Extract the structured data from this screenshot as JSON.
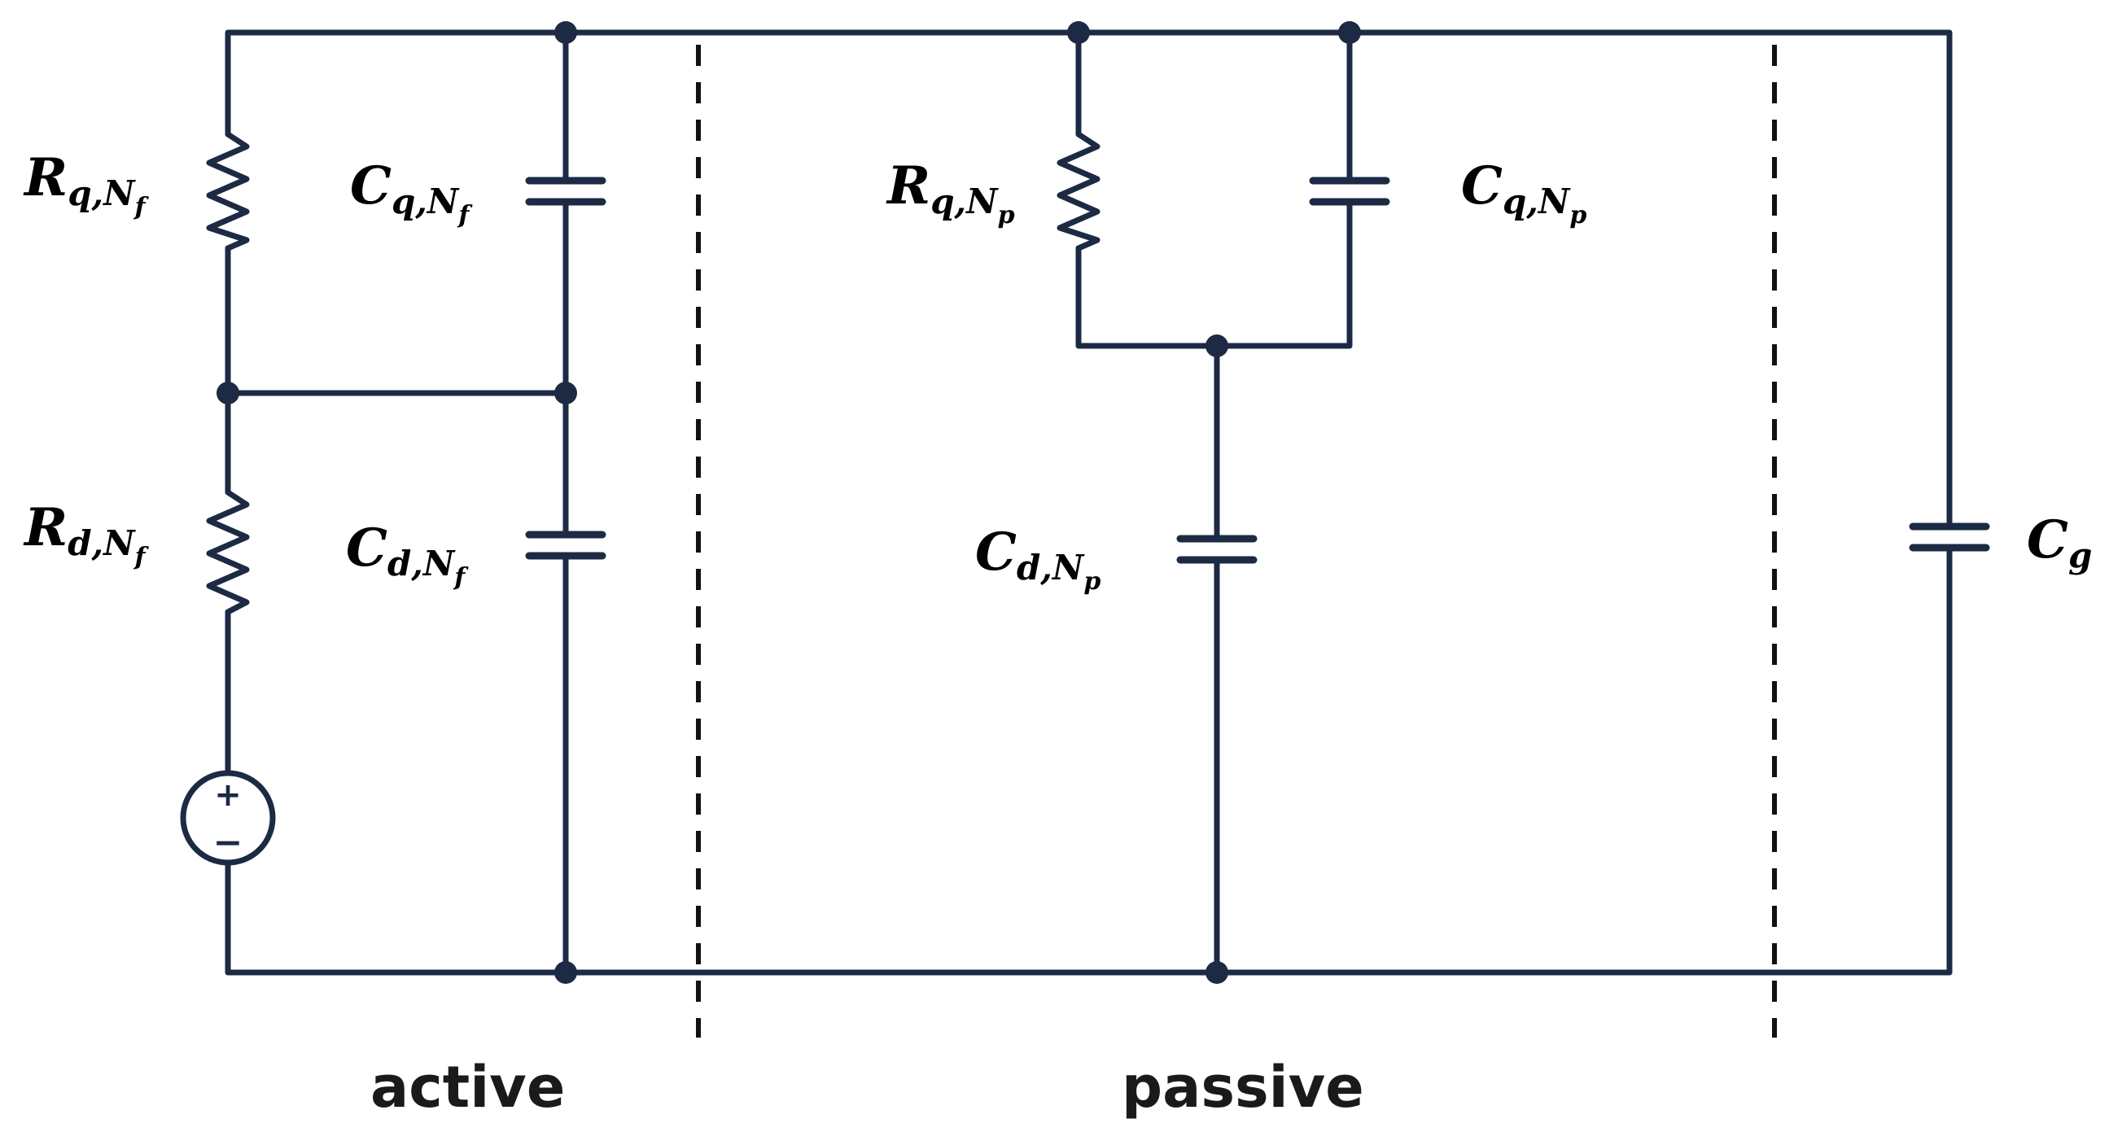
{
  "diagram": {
    "colors": {
      "wire": "#1c2a44",
      "divider": "#111111",
      "text": "#000000"
    },
    "regions": {
      "active": "active",
      "passive": "passive"
    },
    "labels": {
      "rq_nf": {
        "main": "R",
        "sub": "q,N",
        "subsub": "f"
      },
      "cq_nf": {
        "main": "C",
        "sub": "q,N",
        "subsub": "f"
      },
      "rd_nf": {
        "main": "R",
        "sub": "d,N",
        "subsub": "f"
      },
      "cd_nf": {
        "main": "C",
        "sub": "d,N",
        "subsub": "f"
      },
      "rq_np": {
        "main": "R",
        "sub": "q,N",
        "subsub": "p"
      },
      "cq_np": {
        "main": "C",
        "sub": "q,N",
        "subsub": "p"
      },
      "cd_np": {
        "main": "C",
        "sub": "d,N",
        "subsub": "p"
      },
      "cg": {
        "main": "C",
        "sub": "g"
      }
    },
    "source": {
      "plus": "+",
      "minus": "−"
    }
  }
}
